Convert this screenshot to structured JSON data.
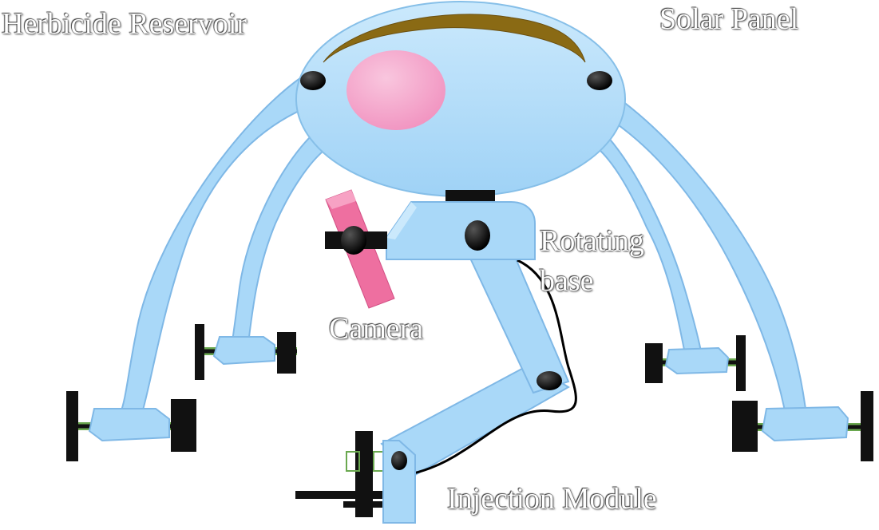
{
  "labels": {
    "reservoir": "Herbicide Reservoir",
    "solar": "Solar Panel",
    "rotating_line1": "Rotating",
    "rotating_line2": "base",
    "camera": "Camera",
    "injection": "Injection Module"
  },
  "colors": {
    "body": "#a9d8f8",
    "body_stroke": "#7fb8e6",
    "solar_panel": "#8a6a14",
    "reservoir": "#f39fc8",
    "camera": "#ee6fa0",
    "wheel": "#111111",
    "axle": "#6aa84f",
    "cable": "#000000"
  }
}
